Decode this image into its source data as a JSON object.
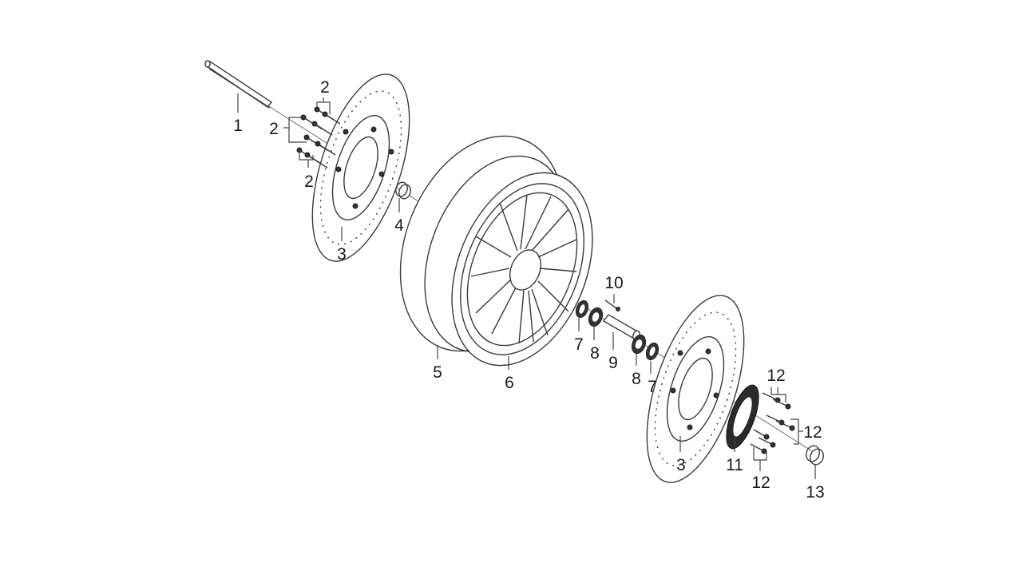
{
  "callouts": {
    "axle": "1",
    "bolts_a": "2",
    "bolts_b": "2",
    "bolts_c": "2",
    "disc_left": "3",
    "disc_right": "3",
    "spacer": "4",
    "tire": "5",
    "rim": "6",
    "seal_left": "7",
    "seal_right": "7",
    "bearing_left": "8",
    "bearing_right": "8",
    "inner_sleeve": "9",
    "valve": "10",
    "sensor_ring": "11",
    "screws_a": "12",
    "screws_b": "12",
    "screws_c": "12",
    "collar": "13"
  }
}
